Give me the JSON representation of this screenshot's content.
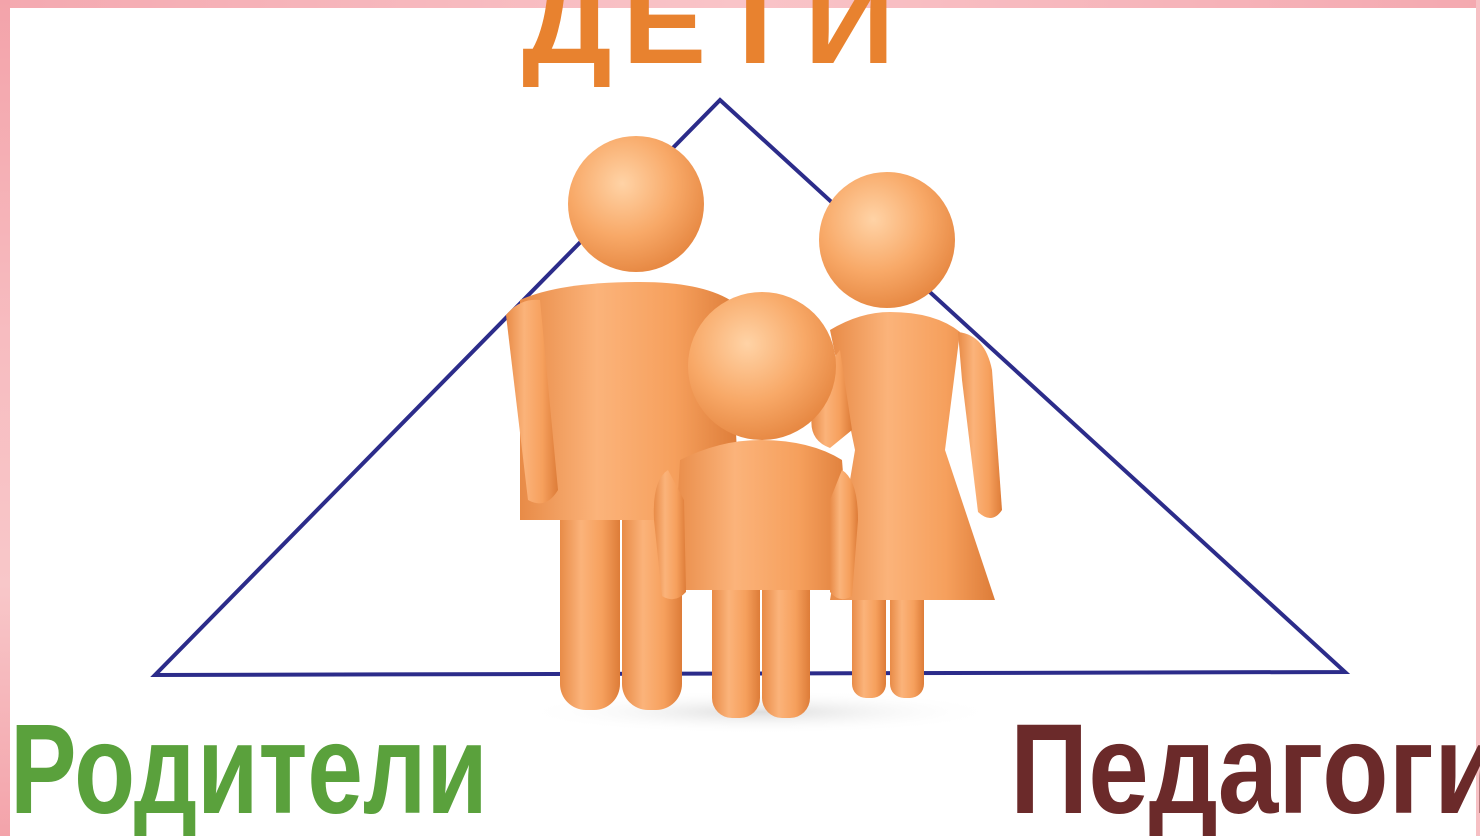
{
  "slide": {
    "labels": {
      "top": "ДЕТИ",
      "left": "Родители",
      "right": "Педагоги"
    },
    "colors": {
      "triangle": "#2c2c8a",
      "figures": "#f6a563",
      "figures_shadow": "#e08a45",
      "frame": "#f4a9b0"
    },
    "illustration": "family-figures"
  }
}
